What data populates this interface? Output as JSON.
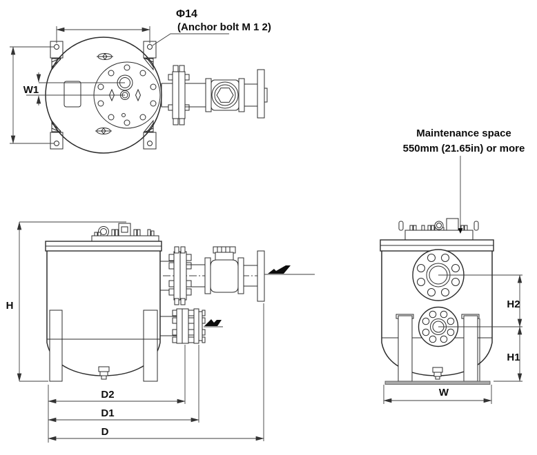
{
  "drawing": {
    "background": "#ffffff",
    "line_color": "#2b2b2b",
    "dimension_color": "#3c3c3c",
    "text_color": "#0d0d0d"
  },
  "annotations": {
    "anchor_bolt_diameter": "Φ14",
    "anchor_bolt_note": "(Anchor bolt M 1 2)",
    "maintenance_space_line1": "Maintenance space",
    "maintenance_space_line2": "550mm (21.65in) or more"
  },
  "dimensions": {
    "w1": "W1",
    "h": "H",
    "d2": "D2",
    "d1": "D1",
    "d": "D",
    "h2": "H2",
    "h1": "H1",
    "w": "W"
  }
}
